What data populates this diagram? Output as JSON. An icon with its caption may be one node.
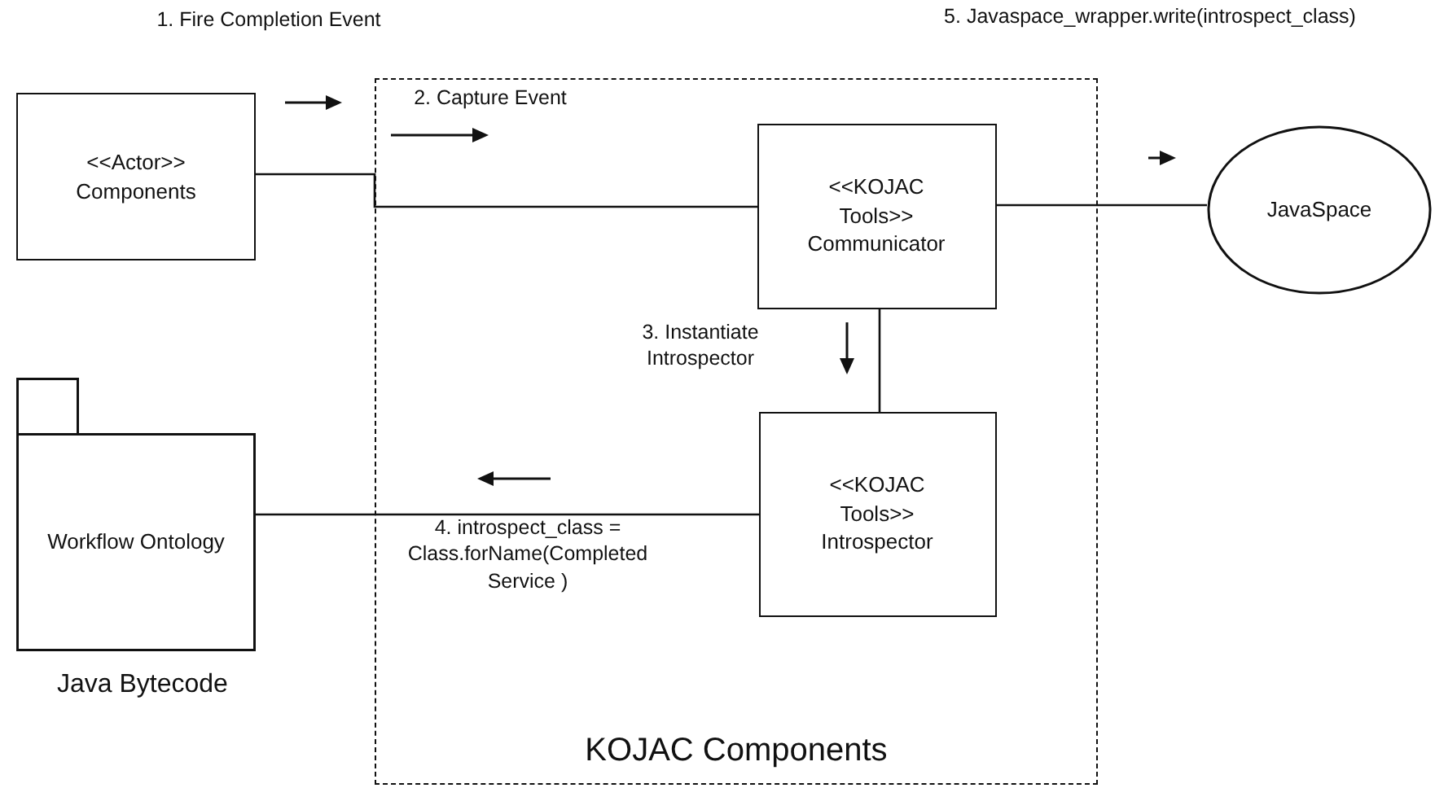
{
  "diagram": {
    "nodes": [
      {
        "text": [
          "KOJAC Components"
        ]
      },
      {
        "text": [
          "<<Actor>> Components"
        ]
      },
      {
        "text": [
          "<<KOJAC Tools>> Communicator"
        ],
        "in": 0
      },
      {
        "text": [
          "<<KOJAC Tools>> Introspector"
        ],
        "in": 0
      },
      {
        "text": [
          "JavaSpace"
        ]
      },
      {
        "text": [
          "Workflow Ontology"
        ],
        "beside": [
          "Java Bytecode"
        ]
      }
    ],
    "edges": [
      {
        "from": 1,
        "to": 2,
        "arrow": "none"
      },
      {
        "from": 2,
        "to": 3,
        "arrow": "none"
      },
      {
        "from": 2,
        "to": 4,
        "arrow": "none"
      },
      {
        "from": 3,
        "to": 5,
        "arrow": "none"
      }
    ],
    "labels": [
      "1. Fire Completion Event",
      "2. Capture Event",
      "3. Instantiate Introspector",
      "4. introspect_class = Class.forName(Completed Service )",
      "5. Javaspace_wrapper.write(introspect_class)"
    ]
  }
}
